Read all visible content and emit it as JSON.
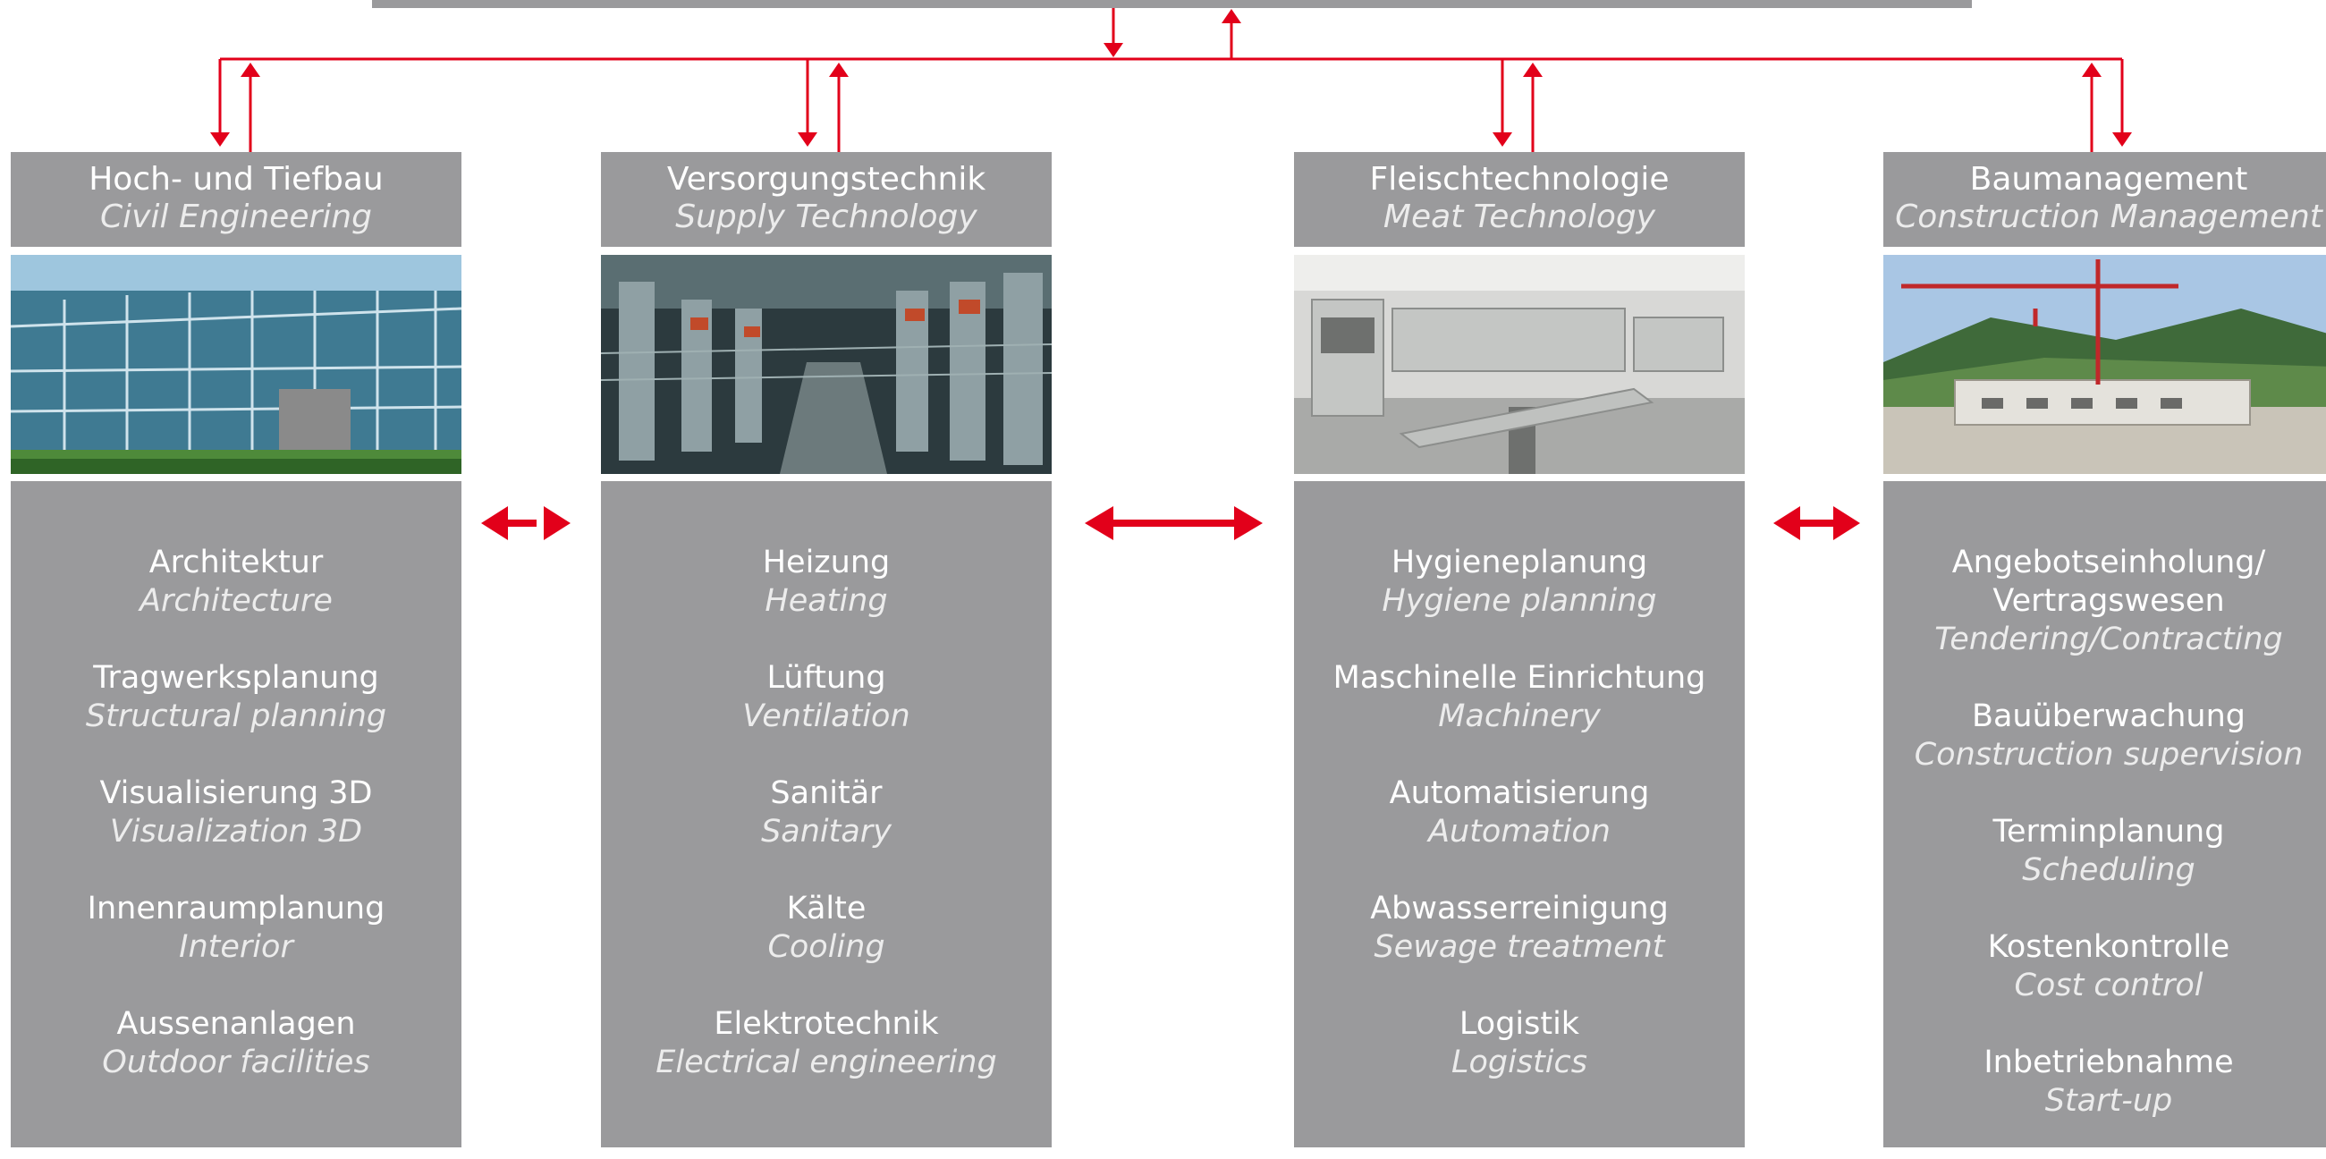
{
  "accent_color": "#e2001a",
  "box_color": "#9a9a9c",
  "columns": [
    {
      "title_de": "Hoch- und Tiefbau",
      "title_en": "Civil Engineering",
      "photo": "glass-office-building-photo",
      "items": [
        {
          "de": "Architektur",
          "en": "Architecture"
        },
        {
          "de": "Tragwerksplanung",
          "en": "Structural planning"
        },
        {
          "de": "Visualisierung 3D",
          "en": "Visualization 3D"
        },
        {
          "de": "Innenraumplanung",
          "en": "Interior"
        },
        {
          "de": "Aussenanlagen",
          "en": "Outdoor facilities"
        }
      ]
    },
    {
      "title_de": "Versorgungstechnik",
      "title_en": "Supply Technology",
      "photo": "pipework-plant-photo",
      "items": [
        {
          "de": "Heizung",
          "en": "Heating"
        },
        {
          "de": "Lüftung",
          "en": "Ventilation"
        },
        {
          "de": "Sanitär",
          "en": "Sanitary"
        },
        {
          "de": "Kälte",
          "en": "Cooling"
        },
        {
          "de": "Elektrotechnik",
          "en": "Electrical engineering"
        }
      ]
    },
    {
      "title_de": "Fleischtechnologie",
      "title_en": "Meat Technology",
      "photo": "processing-hall-photo",
      "items": [
        {
          "de": "Hygieneplanung",
          "en": "Hygiene planning"
        },
        {
          "de": "Maschinelle Einrichtung",
          "en": "Machinery"
        },
        {
          "de": "Automatisierung",
          "en": "Automation"
        },
        {
          "de": "Abwasserreinigung",
          "en": "Sewage treatment"
        },
        {
          "de": "Logistik",
          "en": "Logistics"
        }
      ]
    },
    {
      "title_de": "Baumanagement",
      "title_en": "Construction Management",
      "photo": "construction-site-crane-photo",
      "items": [
        {
          "de": "Angebotseinholung/",
          "de2": "Vertragswesen",
          "en": "Tendering/Contracting"
        },
        {
          "de": "Bauüberwachung",
          "en": "Construction supervision"
        },
        {
          "de": "Terminplanung",
          "en": "Scheduling"
        },
        {
          "de": "Kostenkontrolle",
          "en": "Cost control"
        },
        {
          "de": "Inbetriebnahme",
          "en": "Start-up"
        }
      ]
    }
  ]
}
